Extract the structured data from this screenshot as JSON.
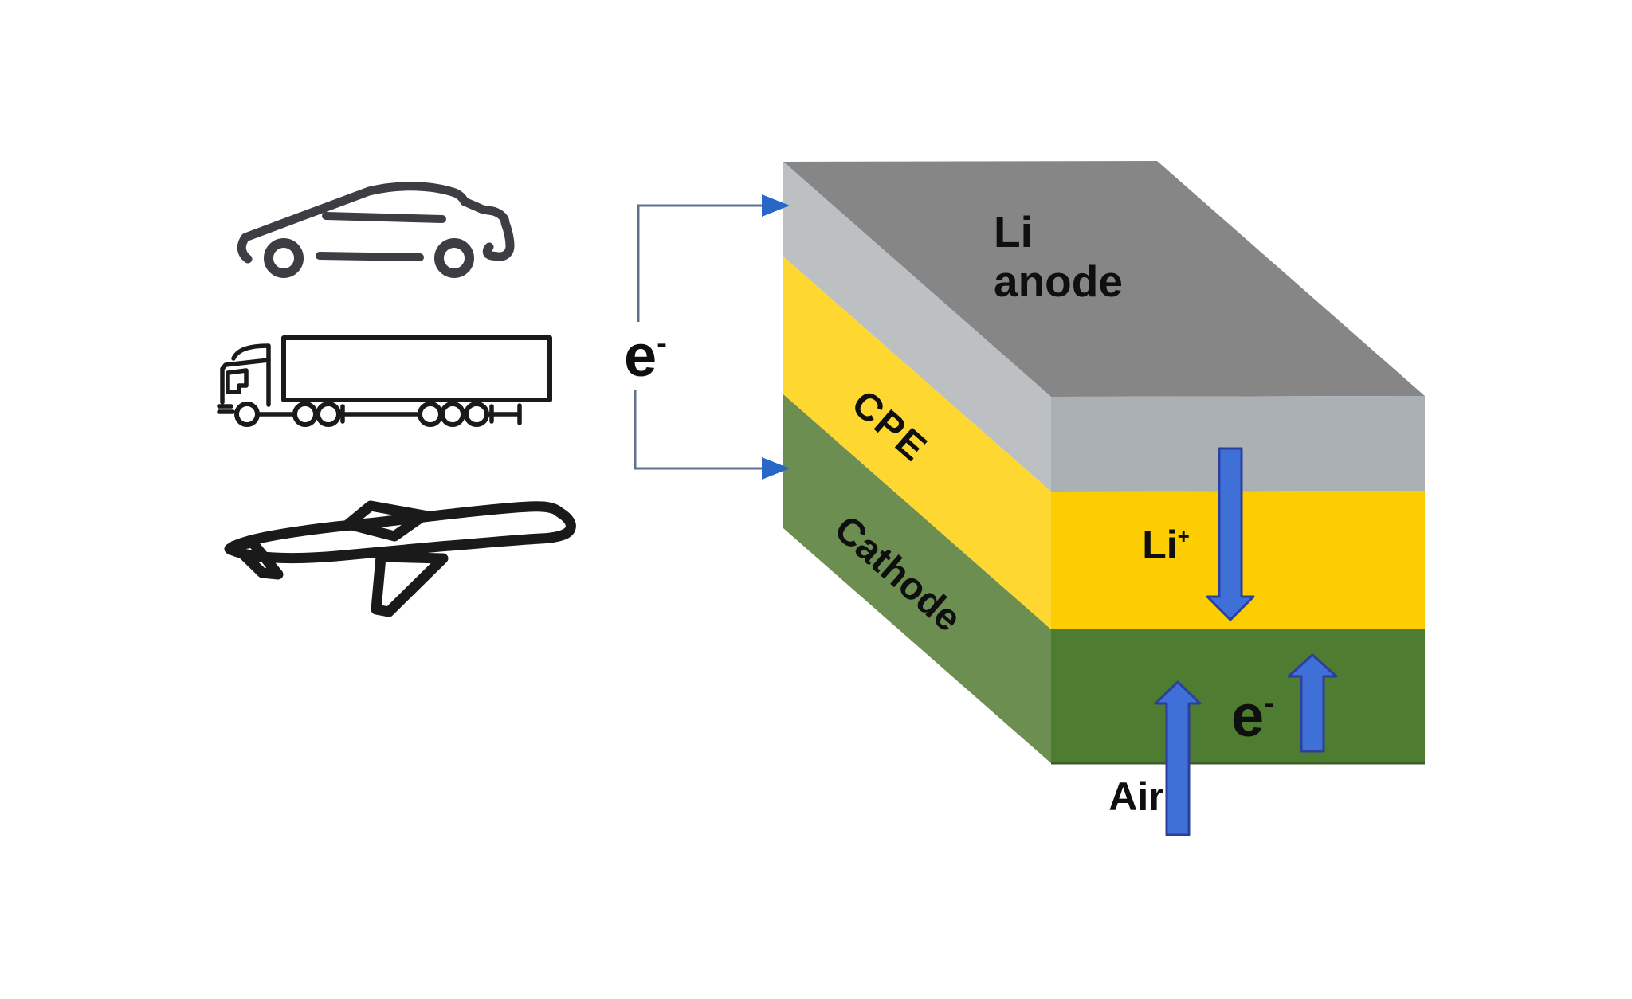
{
  "labels": {
    "circuit_electron": {
      "base": "e",
      "sup": "-"
    },
    "li_anode": {
      "line1": "Li",
      "line2": "anode"
    },
    "cpe": "CPE",
    "cathode": "Cathode",
    "li_ion": {
      "base": "Li",
      "sup": "+"
    },
    "cathode_electron": {
      "base": "e",
      "sup": "-"
    },
    "air": "Air"
  },
  "icons": {
    "car": "car-icon",
    "truck": "truck-icon",
    "airplane": "airplane-icon"
  },
  "colors": {
    "background": "#ffffff",
    "anode_top_face": "#868686",
    "side_gray_band": "#bcc0c3",
    "front_gray_strip": "#abb0b5",
    "side_yellow_band": "#ffd731",
    "front_yellow_band": "#fccd00",
    "side_green_band": "#6c8e50",
    "front_green_band": "#4e7c30",
    "box_bottom_edge": "#3c5c28",
    "arrow_fill": "#3e70d8",
    "arrow_stroke": "#2c3f9b",
    "wire": "#5f718c",
    "wire_arrow": "#2767c6",
    "icon_car": "#403c44",
    "icon_truck": "#1a1a1a",
    "icon_plane": "#1a1a1a",
    "text": "#0f0f0f"
  }
}
